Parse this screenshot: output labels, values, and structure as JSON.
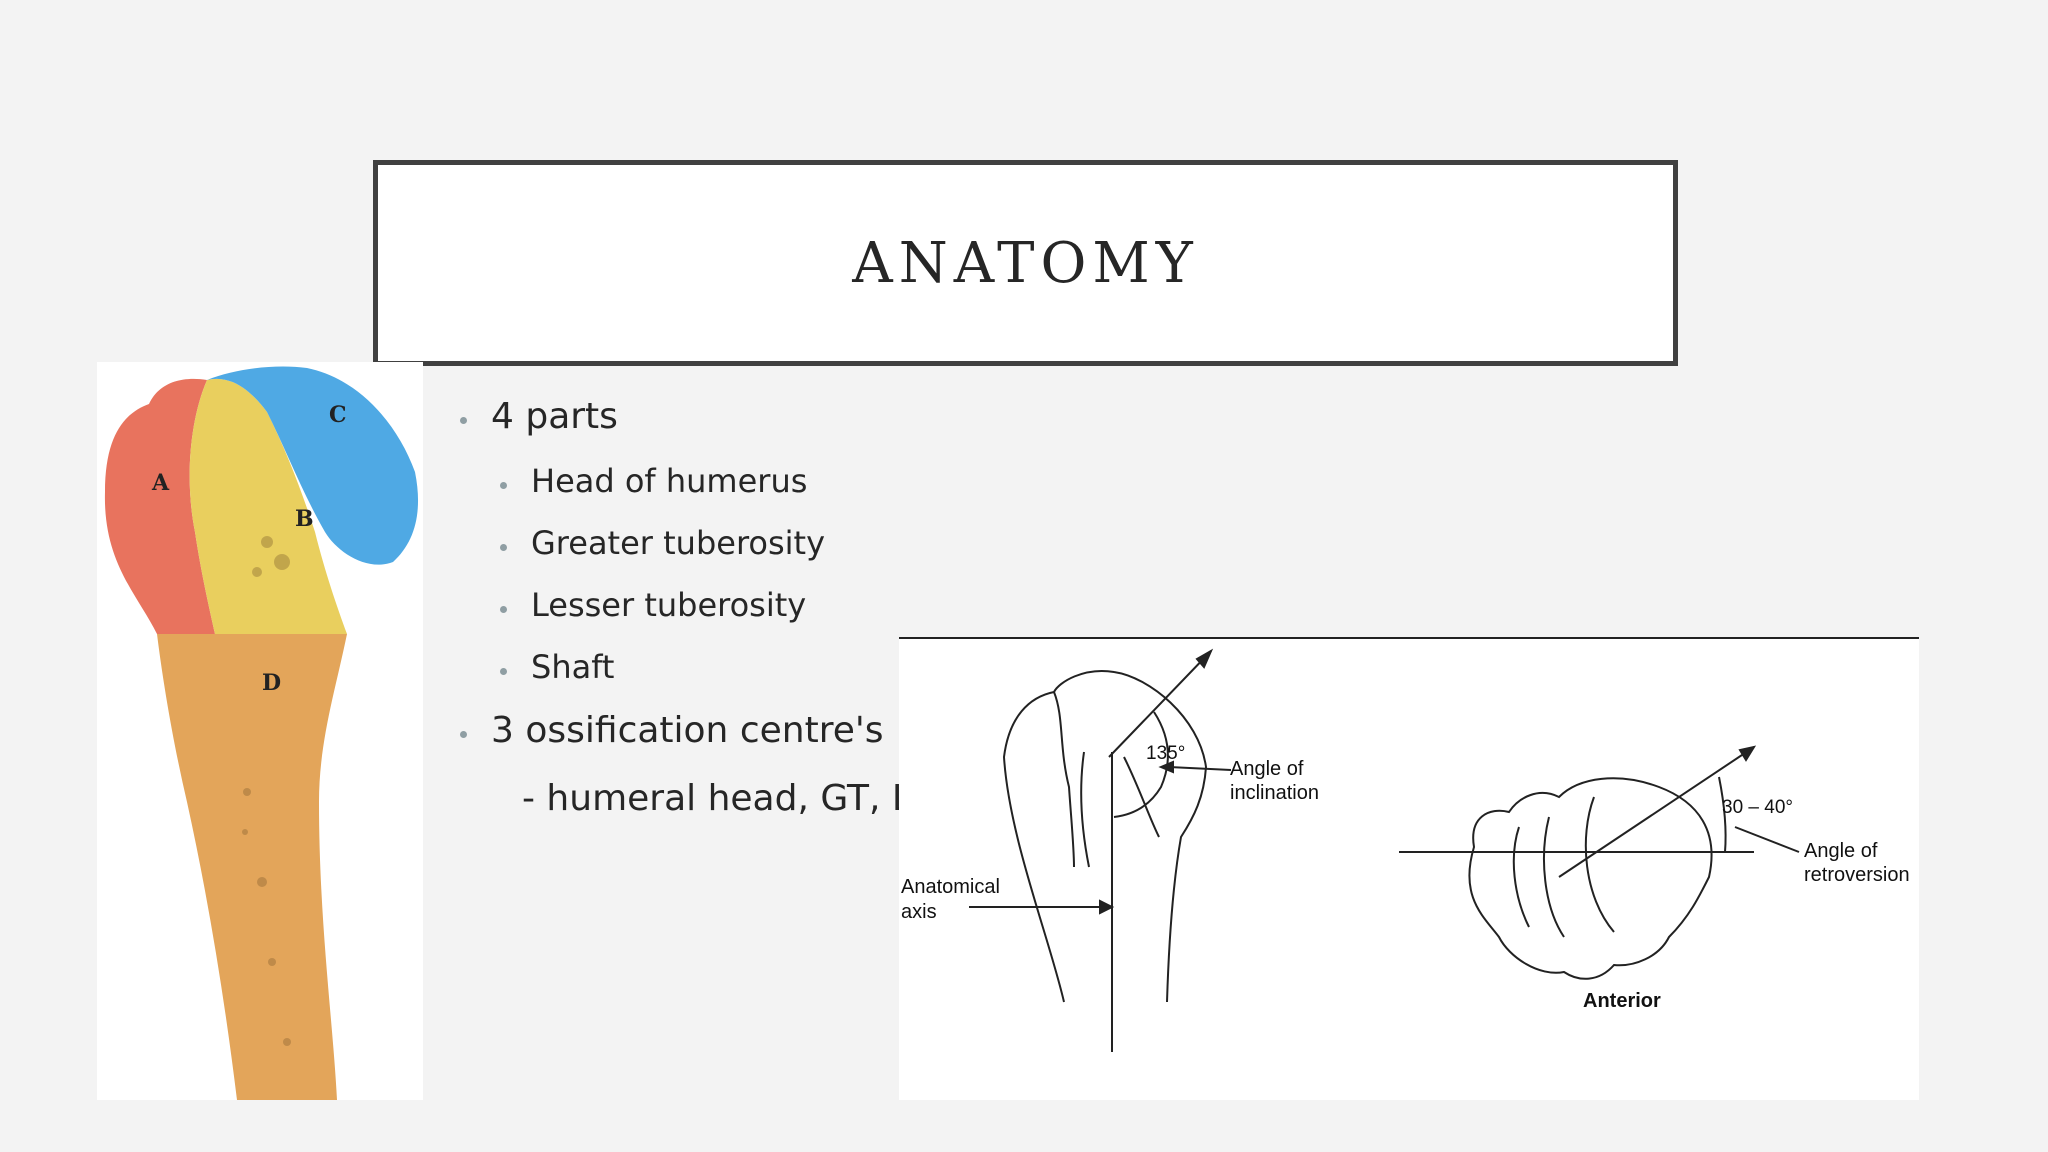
{
  "slide": {
    "title": "ANATOMY",
    "bullets": [
      {
        "text": "4 parts"
      },
      {
        "text": "Head of humerus"
      },
      {
        "text": "Greater tuberosity"
      },
      {
        "text": "Lesser tuberosity"
      },
      {
        "text": "Shaft"
      },
      {
        "text": "3 ossification centre's"
      },
      {
        "text": "- humeral head, GT, LT"
      }
    ]
  },
  "bone_figure": {
    "labels": [
      "A",
      "B",
      "C",
      "D"
    ],
    "colors": {
      "A": "#e8735e",
      "B": "#e9cf5e",
      "C": "#4fa9e4",
      "D": "#e3a55a"
    }
  },
  "diagram": {
    "angle_inclination_value": "135°",
    "angle_inclination_label": [
      "Angle of",
      "inclination"
    ],
    "anatomical_axis_label": [
      "Anatomical",
      "axis"
    ],
    "retroversion_value": "30 – 40°",
    "retroversion_label": [
      "Angle of",
      "retroversion"
    ],
    "anterior_label": "Anterior"
  }
}
